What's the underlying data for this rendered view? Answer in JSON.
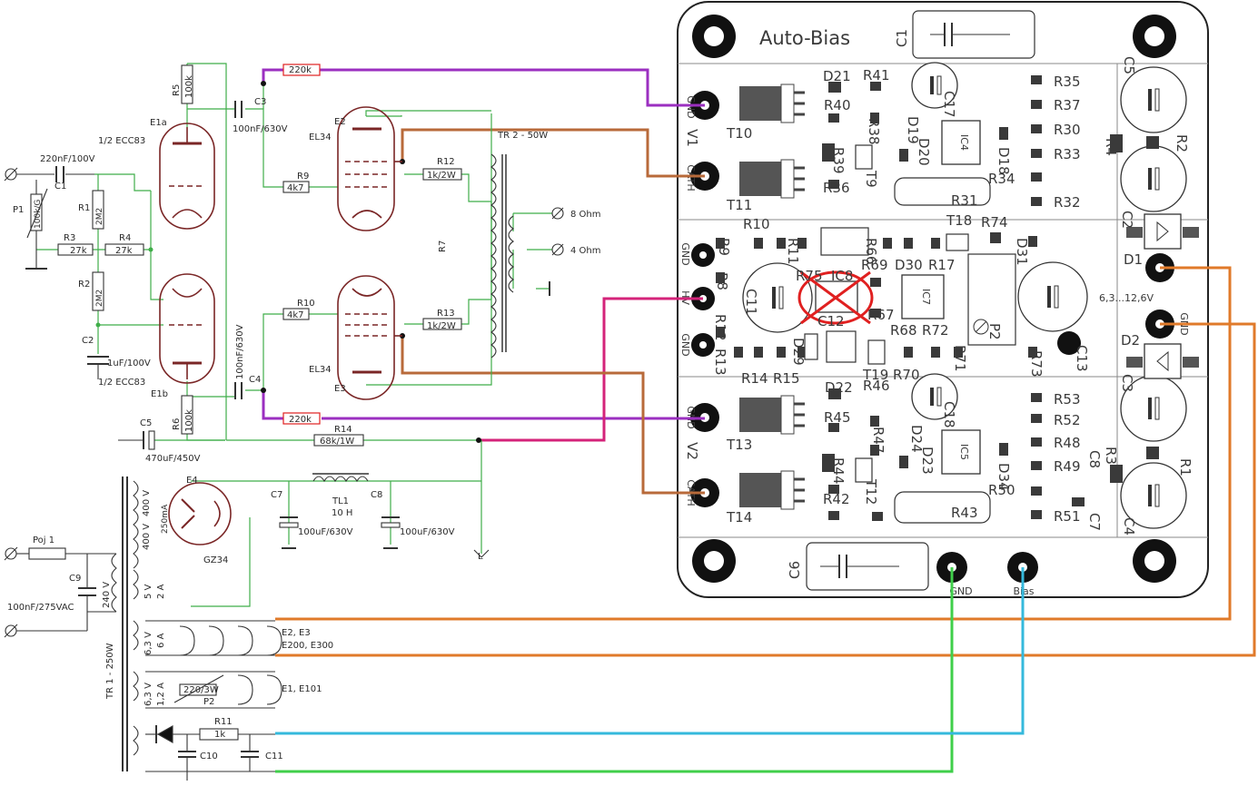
{
  "board": {
    "title": "Auto-Bias",
    "connectors": [
      {
        "id": "GND",
        "text": "GND"
      },
      {
        "id": "V1",
        "text": "V1"
      },
      {
        "id": "CATH1",
        "text": "CATH"
      },
      {
        "id": "GND2",
        "text": "GND"
      },
      {
        "id": "HV",
        "text": "HV"
      },
      {
        "id": "GND3",
        "text": "GND"
      },
      {
        "id": "GND4",
        "text": "GND"
      },
      {
        "id": "V2",
        "text": "V2"
      },
      {
        "id": "CATH2",
        "text": "CATH"
      }
    ],
    "bottom_labels": {
      "gnd": "GND",
      "bias": "Bias"
    },
    "supply_label": "6,3...12,6V",
    "supply_gnd": "GND",
    "parts": [
      "C1",
      "C2",
      "C3",
      "C4",
      "C5",
      "C6",
      "C7",
      "C8",
      "C11",
      "C12",
      "C13",
      "C17",
      "C18",
      "D1",
      "D2",
      "D18",
      "D19",
      "D20",
      "D21",
      "D22",
      "D23",
      "D24",
      "D29",
      "D30",
      "D31",
      "D34",
      "R1",
      "R2",
      "R3",
      "R4",
      "R8",
      "R9",
      "R10",
      "R11",
      "R12",
      "R13",
      "R14",
      "R15",
      "R17",
      "R30",
      "R31",
      "R32",
      "R33",
      "R34",
      "R35",
      "R36",
      "R37",
      "R38",
      "R39",
      "R40",
      "R41",
      "R42",
      "R43",
      "R44",
      "R45",
      "R46",
      "R47",
      "R48",
      "R49",
      "R50",
      "R51",
      "R52",
      "R53",
      "R66",
      "R67",
      "R68",
      "R69",
      "R70",
      "R71",
      "R72",
      "R73",
      "R74",
      "R75",
      "T9",
      "T10",
      "T11",
      "T12",
      "T13",
      "T14",
      "T18",
      "T19",
      "IC4",
      "IC5",
      "IC7",
      "IC8",
      "P2"
    ]
  },
  "schematic": {
    "tubes": {
      "E1a": "E1a",
      "E1a_type": "1/2 ECC83",
      "E1b": "E1b",
      "E1b_type": "1/2 ECC83",
      "E2": "E2",
      "E2_type": "EL34",
      "E3": "E3",
      "E3_type": "EL34",
      "E4": "E4",
      "E4_type": "GZ34",
      "E4_current": "250mA"
    },
    "components": {
      "P1": "P1",
      "P1_val": "100k/G",
      "C1": "C1",
      "C1_val": "220nF/100V",
      "R1": "R1",
      "R1_val": "2M2",
      "R2": "R2",
      "R2_val": "2M2",
      "R3": "R3",
      "R3_val": "27k",
      "R4": "R4",
      "R4_val": "27k",
      "C2": "C2",
      "C2_val": "1uF/100V",
      "R5": "R5",
      "R5_val": "100k",
      "R6": "R6",
      "R6_val": "100k",
      "C3": "C3",
      "C3_val": "100nF/630V",
      "C4": "C4",
      "C4_val": "100nF/630V",
      "R9": "R9",
      "R9_val": "4k7",
      "R10": "R10",
      "R10_val": "4k7",
      "R_top": "220k",
      "R_bot": "220k",
      "R12": "R12",
      "R12_val": "1k/2W",
      "R13": "R13",
      "R13_val": "1k/2W",
      "R7": "R7",
      "TR2": "TR 2 - 50W",
      "out8": "8 Ohm",
      "out4": "4 Ohm",
      "R14": "R14",
      "R14_val": "68k/1W",
      "C5": "C5",
      "C5_val": "470uF/450V",
      "C7": "C7",
      "C7_val": "100uF/630V",
      "C8": "C8",
      "C8_val": "100uF/630V",
      "TL1": "TL1",
      "TL1_val": "10 H",
      "L": "L",
      "Poj": "Poj 1",
      "C9": "C9",
      "C9_val": "100nF/275VAC",
      "TR1": "TR 1 - 250W",
      "w400a": "400 V",
      "w400b": "400 V",
      "w240": "240 V",
      "w5v": "5 V",
      "w2a": "2 A",
      "w63a": "6,3 V",
      "w6a": "6 A",
      "w63b": "6,3 V",
      "w12a": "1,2 A",
      "heat1a": "E2, E3",
      "heat1b": "E200, E300",
      "heat2": "E1, E101",
      "P2": "P2",
      "P2_val": "220/3W",
      "R11": "R11",
      "R11_val": "1k",
      "C10": "C10",
      "C11": "C11"
    }
  },
  "wire_colors": {
    "purple": "#9b2fc0",
    "magenta": "#d4237a",
    "orange": "#e07a2a",
    "brown": "#b86a3a",
    "green": "#3fcf4a",
    "cyan": "#35b9dc",
    "schem_green": "#3fae49",
    "tube": "#7a2626"
  }
}
